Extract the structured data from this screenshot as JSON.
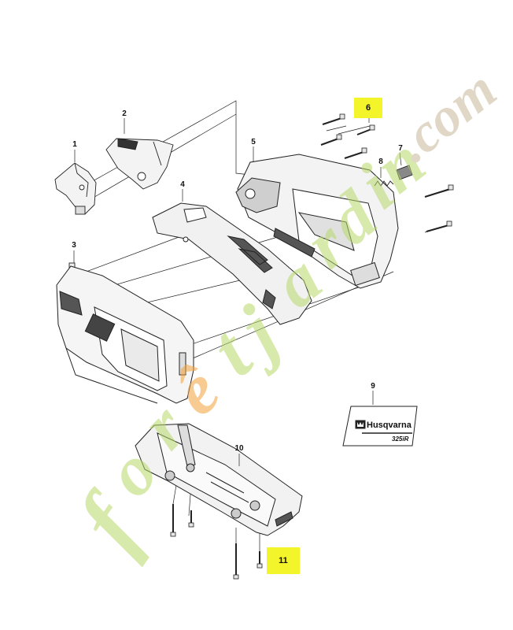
{
  "diagram": {
    "parts": [
      {
        "label": "1"
      },
      {
        "label": "2"
      },
      {
        "label": "3"
      },
      {
        "label": "4"
      },
      {
        "label": "5"
      },
      {
        "label": "6",
        "highlighted": true
      },
      {
        "label": "7"
      },
      {
        "label": "8"
      },
      {
        "label": "9"
      },
      {
        "label": "10"
      },
      {
        "label": "11",
        "highlighted": true
      }
    ],
    "decal": {
      "brand": "Husqvarna",
      "model": "325iR"
    },
    "highlight_color": "#f4f42a",
    "line_color": "#222222"
  },
  "watermark": {
    "text": "forêtjardin.com",
    "colors": {
      "green": "#b8d96a",
      "orange": "#f4a23a",
      "tan": "#c8b79a"
    }
  }
}
